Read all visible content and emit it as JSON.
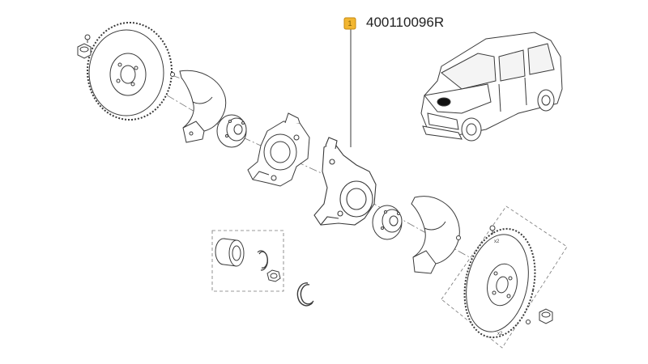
{
  "callout": {
    "marker": "1",
    "marker_color": "#f2b632",
    "part_number": "400110096R"
  },
  "multipliers": {
    "upper_fastener": "x2",
    "lower_fastener": "x2"
  },
  "colors": {
    "line": "#3a3a3a",
    "fill": "#ffffff",
    "dash": "#777777"
  }
}
